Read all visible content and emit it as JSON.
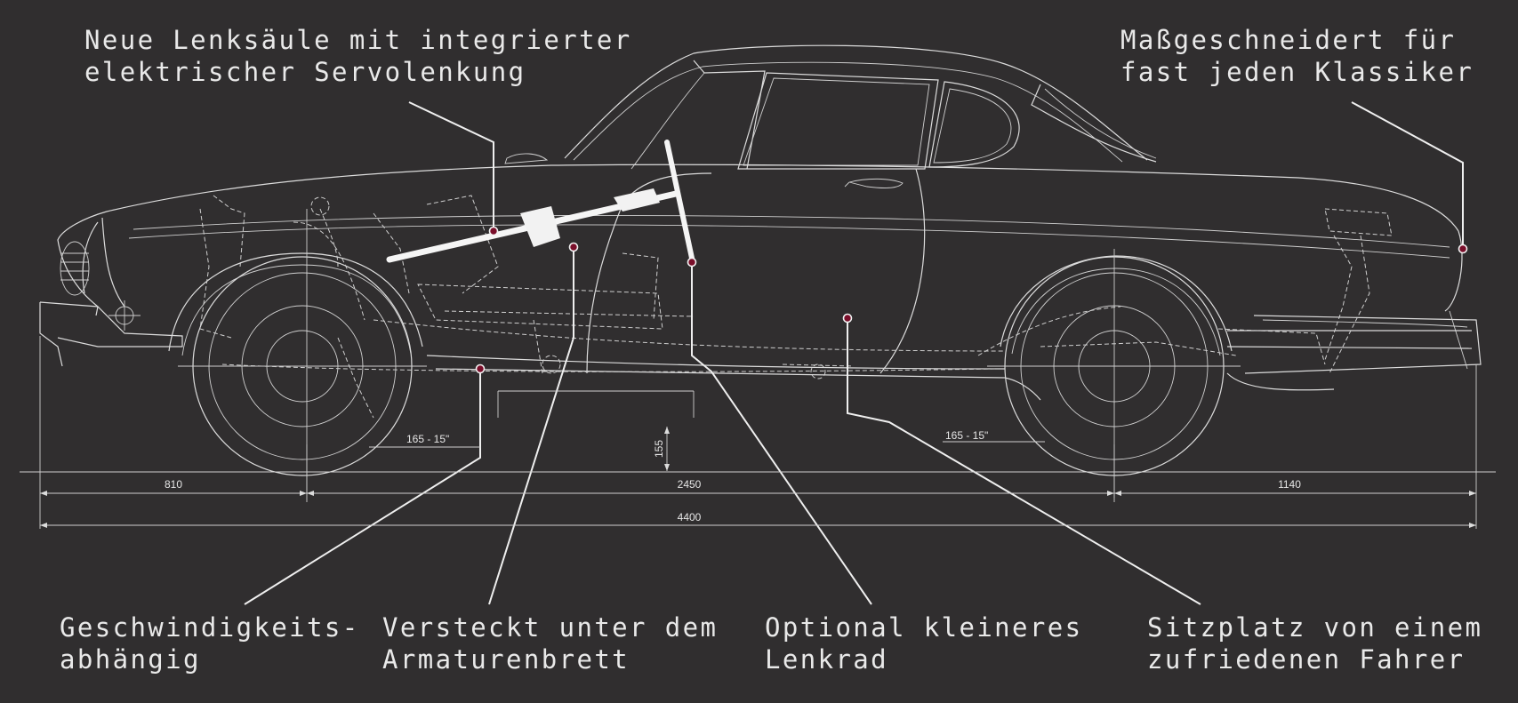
{
  "colors": {
    "background": "#302e2f",
    "lines": "#dcdcdc",
    "text": "#e9e9e9",
    "marker": "#7a0e2a"
  },
  "callouts": {
    "top_left": {
      "line1": "Neue Lenksäule mit integrierter",
      "line2": "elektrischer Servolenkung"
    },
    "top_right": {
      "line1": "Maßgeschneidert für",
      "line2": "fast jeden Klassiker"
    },
    "bottom_1": {
      "line1": "Geschwindigkeits-",
      "line2": "abhängig"
    },
    "bottom_2": {
      "line1": "Versteckt unter dem",
      "line2": "Armaturenbrett"
    },
    "bottom_3": {
      "line1": "Optional kleineres",
      "line2": "Lenkrad"
    },
    "bottom_4": {
      "line1": "Sitzplatz von einem",
      "line2": "zufriedenen Fahrer"
    }
  },
  "dimensions": {
    "front_overhang": "810",
    "wheelbase": "2450",
    "rear_overhang": "1140",
    "overall_length": "4400",
    "ground_clearance": "155",
    "tire_front": "165 - 15\"",
    "tire_rear": "165 - 15\""
  }
}
